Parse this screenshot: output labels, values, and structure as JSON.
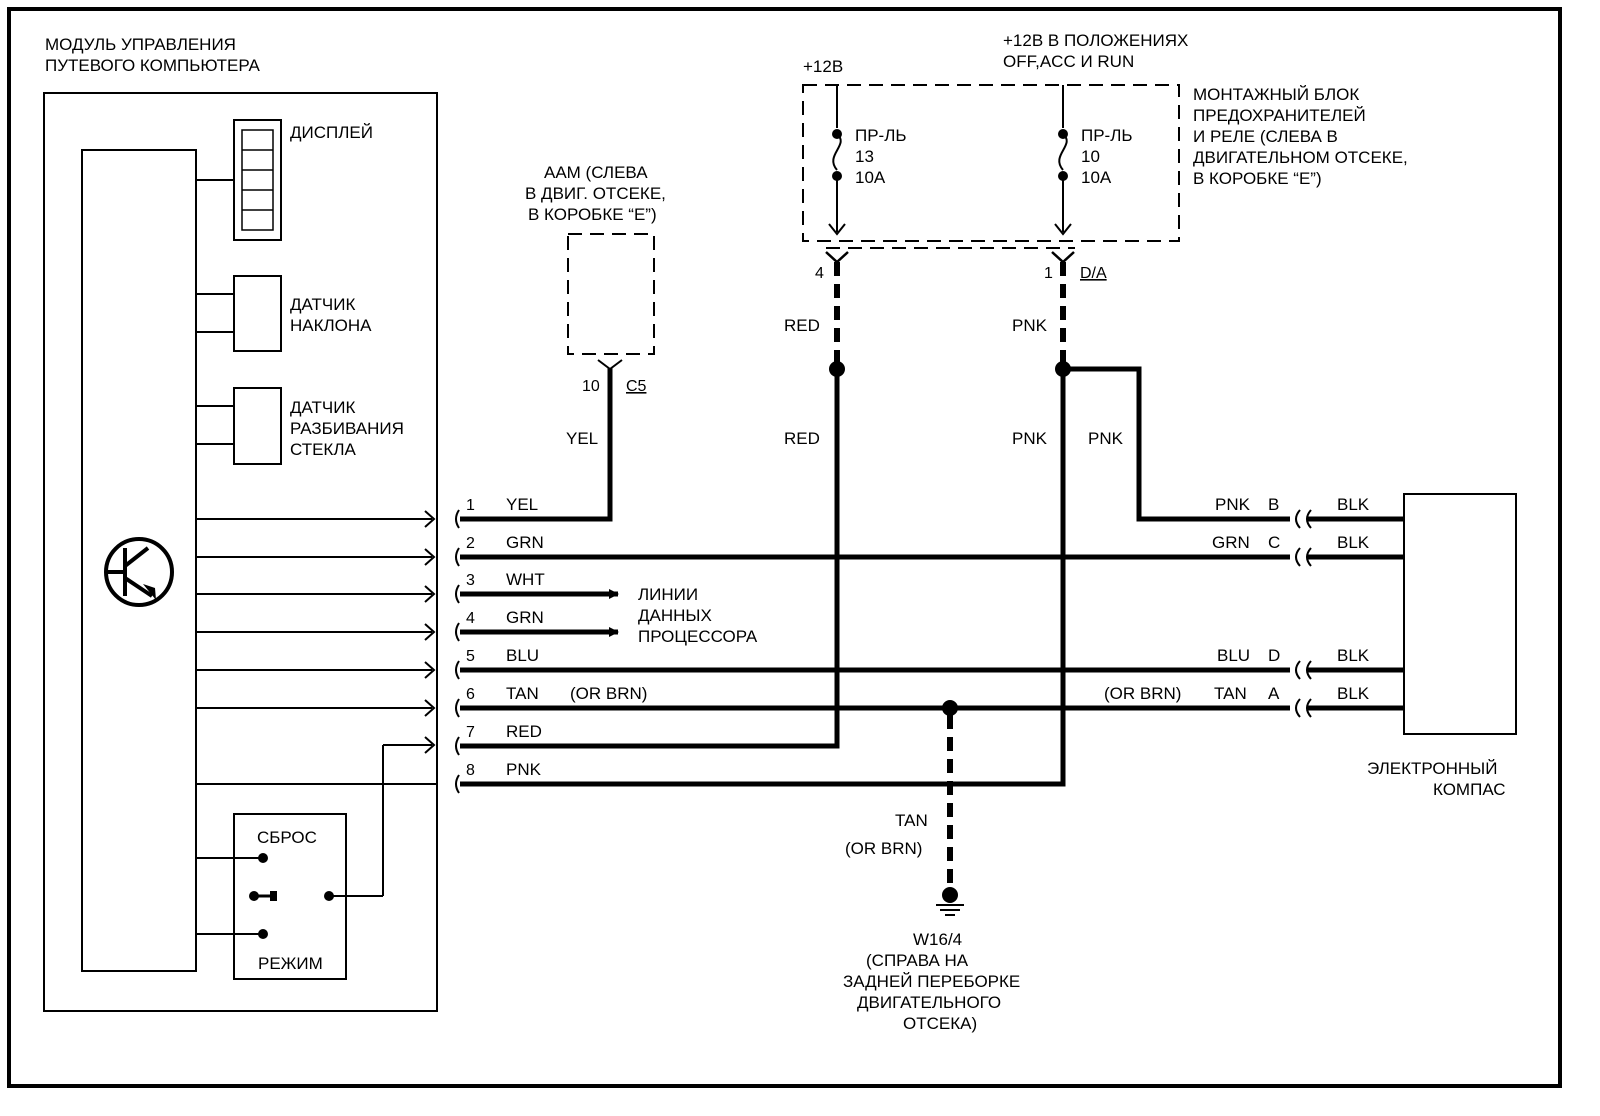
{
  "module": {
    "title": [
      "МОДУЛЬ УПРАВЛЕНИЯ",
      "ПУТЕВОГО КОМПЬЮТЕРА"
    ],
    "display": "ДИСПЛЕЙ",
    "tilt_sensor": [
      "ДАТЧИК",
      "НАКЛОНА"
    ],
    "glass_sensor": [
      "ДАТЧИК",
      "РАЗБИВАНИЯ",
      "СТЕКЛА"
    ],
    "reset": "СБРОС",
    "mode": "РЕЖИМ"
  },
  "aam": {
    "label": [
      "ААМ (СЛЕВА",
      "В ДВИГ. ОТСЕКЕ,",
      "В КОРОБКЕ “E”)"
    ],
    "pin": "10",
    "connector": "C5",
    "wire": "YEL"
  },
  "power": {
    "plus12": "+12В",
    "plus12_ign": [
      "+12В В ПОЛОЖЕНИЯХ",
      "OFF,ACC И  RUN"
    ],
    "fuse_box": [
      "МОНТАЖНЫЙ БЛОК",
      "ПРЕДОХРАНИТЕЛЕЙ",
      "И  РЕЛЕ (СЛЕВА В",
      "ДВИГАТЕЛЬНОМ ОТСЕКЕ,",
      "В КОРОБКЕ “E”)"
    ],
    "fuse1": [
      "ПР-ЛЬ",
      "13",
      "10А"
    ],
    "fuse2": [
      "ПР-ЛЬ",
      "10",
      "10А"
    ],
    "pin_a": "4",
    "pin_b": "1",
    "connector": "D/A",
    "wire_a": "RED",
    "wire_b": "PNK"
  },
  "pins": [
    {
      "num": "1",
      "color": "YEL"
    },
    {
      "num": "2",
      "color": "GRN"
    },
    {
      "num": "3",
      "color": "WHT"
    },
    {
      "num": "4",
      "color": "GRN"
    },
    {
      "num": "5",
      "color": "BLU"
    },
    {
      "num": "6",
      "color": "TAN",
      "alt": "(OR BRN)"
    },
    {
      "num": "7",
      "color": "RED"
    },
    {
      "num": "8",
      "color": "PNK"
    }
  ],
  "data_lines": [
    "ЛИНИИ",
    "ДАННЫХ",
    "ПРОЦЕССОРА"
  ],
  "compass": {
    "label": [
      "ЭЛЕКТРОННЫЙ",
      "КОМПАС"
    ],
    "pins": [
      {
        "wire": "PNK",
        "pin": "B",
        "out": "BLK"
      },
      {
        "wire": "GRN",
        "pin": "C",
        "out": "BLK"
      },
      {
        "wire": "BLU",
        "pin": "D",
        "out": "BLK"
      },
      {
        "wire": "TAN",
        "pin": "A",
        "out": "BLK",
        "alt": "(OR BRN)"
      }
    ]
  },
  "ground": {
    "wire": "TAN",
    "alt": "(OR BRN)",
    "label": [
      "W16/4",
      "(СПРАВА НА",
      "ЗАДНЕЙ ПЕРЕБОРКЕ",
      "ДВИГАТЕЛЬНОГО",
      "ОТСЕКА)"
    ]
  }
}
